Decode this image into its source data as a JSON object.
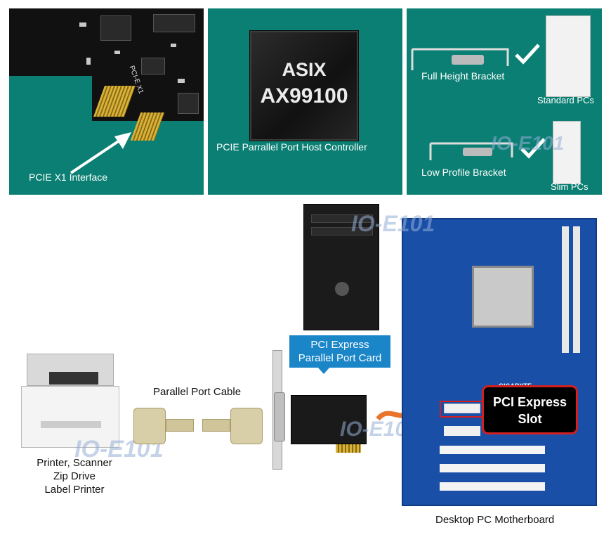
{
  "panels": {
    "interface": {
      "caption": "PCIE X1 Interface",
      "card_label": "PCI-E X1"
    },
    "controller": {
      "chip_line1": "ASIX",
      "chip_line2": "AX99100",
      "caption": "PCIE Parrallel Port Host Controller"
    },
    "brackets": {
      "full_height": "Full Height Bracket",
      "standard_pcs": "Standard PCs",
      "low_profile": "Low Profile Bracket",
      "slim_pcs": "Slim PCs"
    }
  },
  "diagram": {
    "printer_lines": [
      "Printer, Scanner",
      "Zip Drive",
      "Label Printer"
    ],
    "cable_label": "Parallel Port Cable",
    "card_callout": [
      "PCI Express",
      "Parallel Port Card"
    ],
    "slot_callout": [
      "PCI Express",
      "Slot"
    ],
    "motherboard_label": "Desktop PC Motherboard",
    "board_brand": "GIGABYTE",
    "watermark": "IO-E101"
  },
  "colors": {
    "panel_teal": "#0b7f73",
    "callout_blue": "#1a86c8",
    "slot_red": "#d21f1f",
    "board_blue": "#1a4fa8",
    "arrow_orange": "#e8752a"
  }
}
